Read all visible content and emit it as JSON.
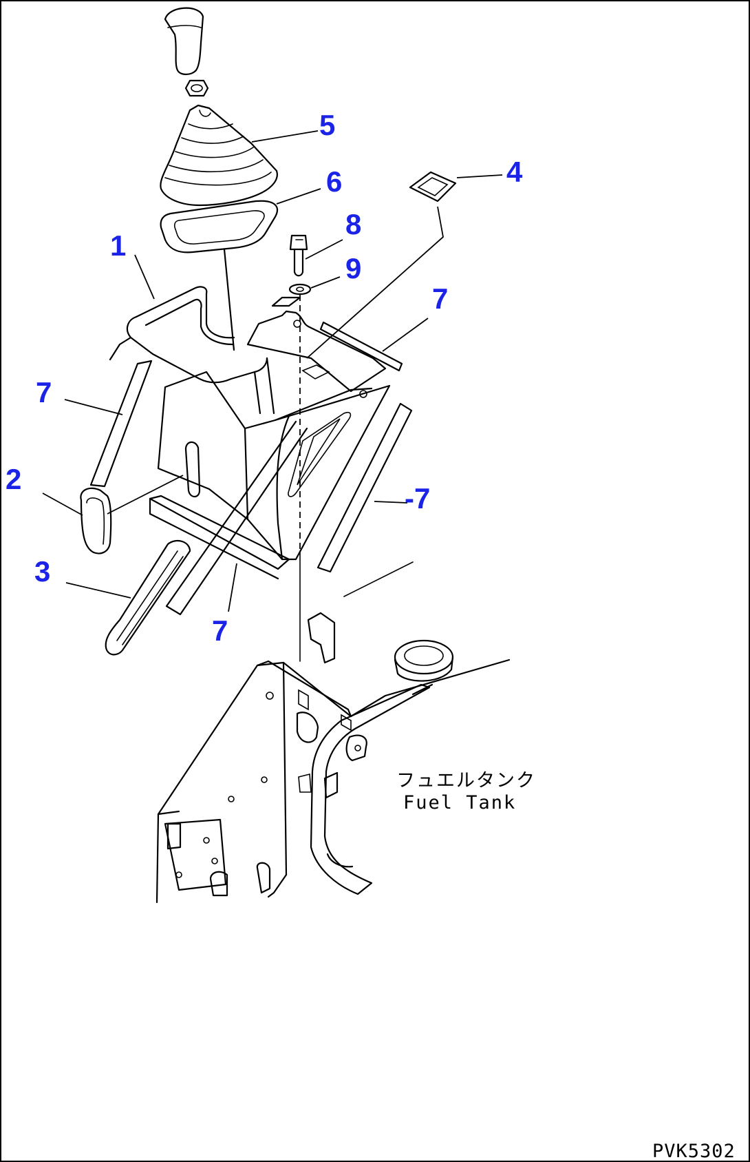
{
  "callouts": [
    {
      "id": "1",
      "label": "1"
    },
    {
      "id": "2",
      "label": "2"
    },
    {
      "id": "3",
      "label": "3"
    },
    {
      "id": "4",
      "label": "4"
    },
    {
      "id": "5",
      "label": "5"
    },
    {
      "id": "6",
      "label": "6"
    },
    {
      "id": "7a",
      "label": "7"
    },
    {
      "id": "7b",
      "label": "7"
    },
    {
      "id": "7c",
      "label": "-7"
    },
    {
      "id": "7d",
      "label": "7"
    },
    {
      "id": "8",
      "label": "8"
    },
    {
      "id": "9",
      "label": "9"
    }
  ],
  "note": {
    "japanese": "フュエルタンク",
    "english": "Fuel Tank"
  },
  "drawing_code": "PVK5302",
  "colors": {
    "callout": "#1a23e6",
    "line": "#000000",
    "background": "#ffffff"
  }
}
